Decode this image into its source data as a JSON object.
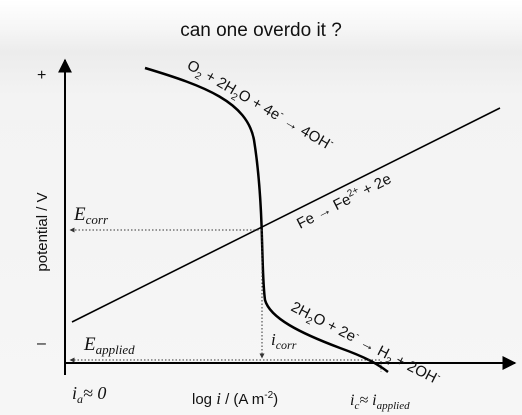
{
  "title": "can one overdo it ?",
  "axis": {
    "y_label": "potential / V",
    "y_plus": "+",
    "y_minus": "–",
    "x_label_main": "log ",
    "x_label_i": "i",
    "x_label_units": " / (A m",
    "x_label_exp": "-2",
    "x_label_close": ")"
  },
  "labels": {
    "e_corr": {
      "base": "E",
      "sub": "corr"
    },
    "e_applied": {
      "base": "E",
      "sub": "applied"
    },
    "i_corr": {
      "base": "i",
      "sub": "corr"
    },
    "i_a": {
      "base": "i",
      "sub": "a",
      "rest": "≈ 0"
    },
    "i_c": {
      "base": "i",
      "sub1": "c",
      "approx": "≈ ",
      "base2": "i",
      "sub2": "applied"
    }
  },
  "reactions": {
    "oxygen": [
      "O",
      "2",
      " + 2H",
      "2",
      "O + 4e",
      "-",
      " → 4OH",
      "-"
    ],
    "iron": [
      "Fe → Fe",
      "2+",
      " + 2e"
    ],
    "water": [
      "2H",
      "2",
      "O + 2e",
      "-",
      " → H",
      "2",
      " + 2OH",
      "-"
    ]
  },
  "colors": {
    "curve": "#000000",
    "guide": "#333333",
    "background": "#f6f6f6"
  }
}
